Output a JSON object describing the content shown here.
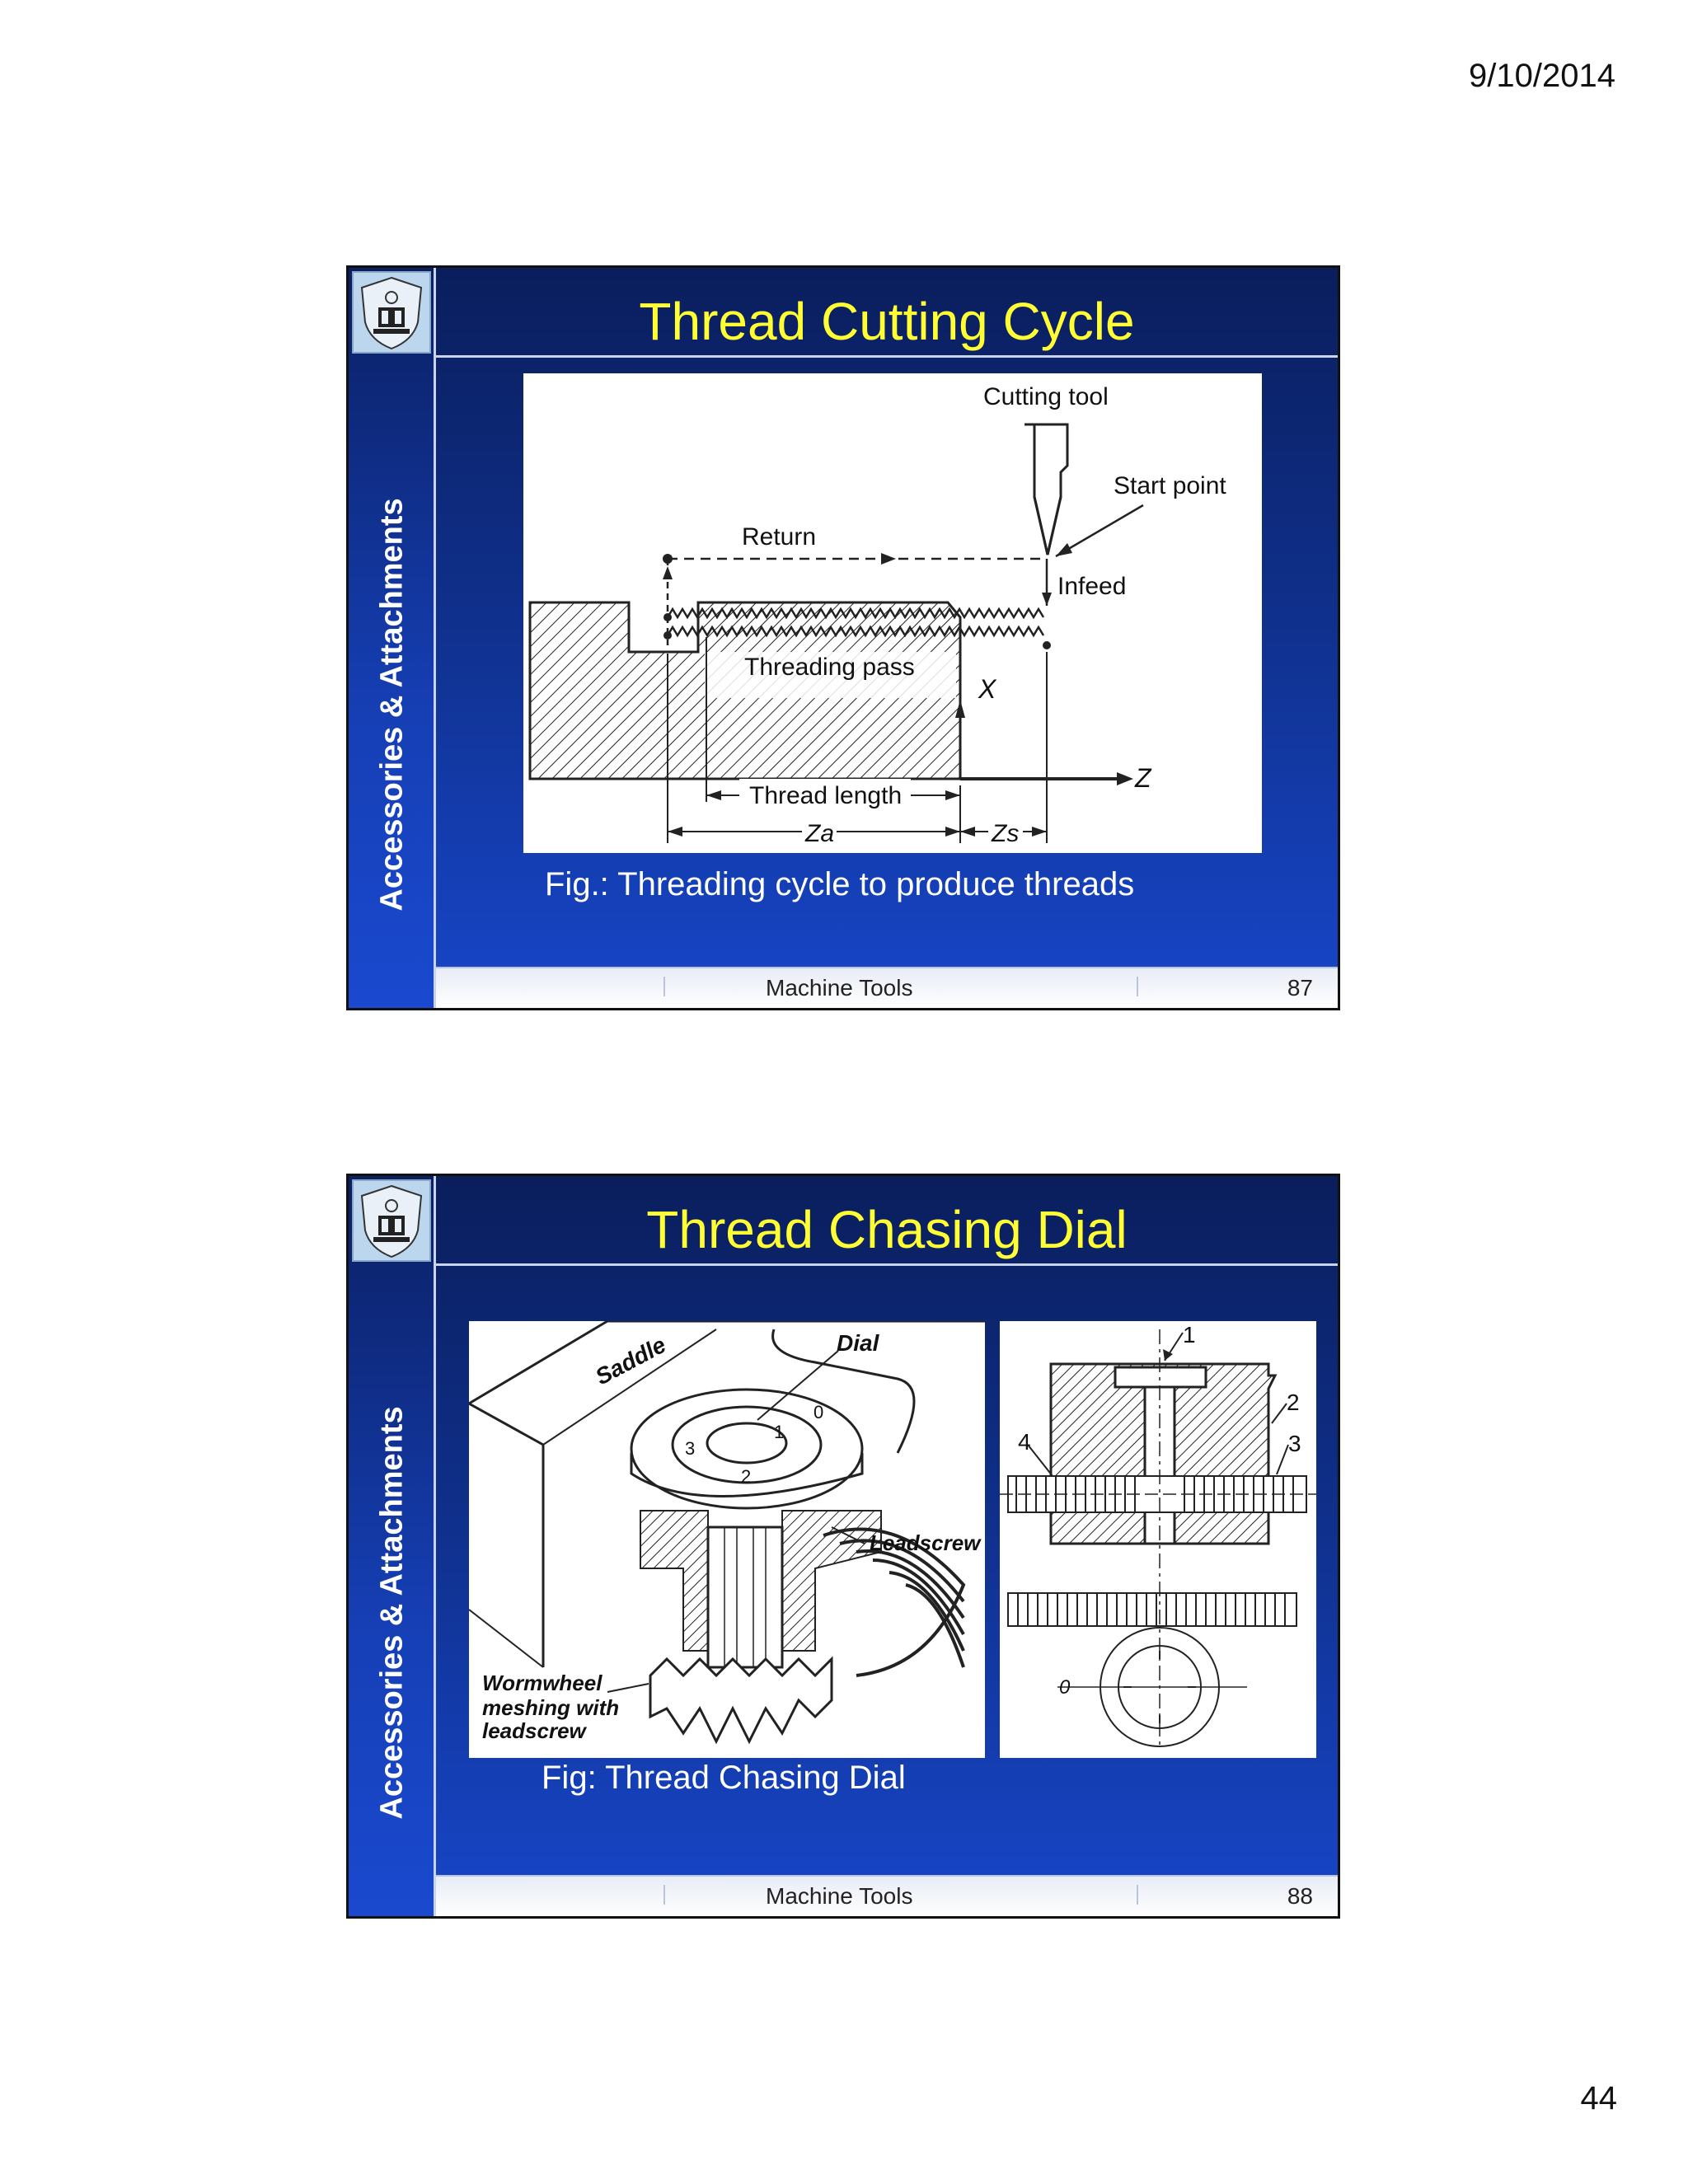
{
  "page": {
    "date": "9/10/2014",
    "number": "44"
  },
  "slides": [
    {
      "title": "Thread Cutting Cycle",
      "sidebar_label": "Accessories & Attachments",
      "figure": {
        "labels": {
          "cutting_tool": "Cutting tool",
          "start_point": "Start point",
          "return": "Return",
          "infeed": "Infeed",
          "threading_pass": "Threading pass",
          "x_axis": "X",
          "z_axis": "Z",
          "thread_length": "Thread length",
          "za": "Za",
          "zs": "Zs"
        }
      },
      "caption": "Fig.: Threading cycle to produce threads",
      "footer_title": "Machine Tools",
      "slide_number": "87"
    },
    {
      "title": "Thread Chasing Dial",
      "sidebar_label": "Accessories & Attachments",
      "figure_left": {
        "labels": {
          "saddle": "Saddle",
          "dial": "Dial",
          "leadscrew": "Leadscrew",
          "wormwheel_1": "Wormwheel",
          "wormwheel_2": "meshing with",
          "wormwheel_3": "leadscrew",
          "dial_0": "0",
          "dial_1": "1",
          "dial_2": "2",
          "dial_3": "3"
        }
      },
      "figure_right": {
        "labels": {
          "n1": "1",
          "n2": "2",
          "n3": "3",
          "n4": "4",
          "zero": "0"
        }
      },
      "caption": "Fig: Thread Chasing Dial",
      "footer_title": "Machine Tools",
      "slide_number": "88"
    }
  ]
}
